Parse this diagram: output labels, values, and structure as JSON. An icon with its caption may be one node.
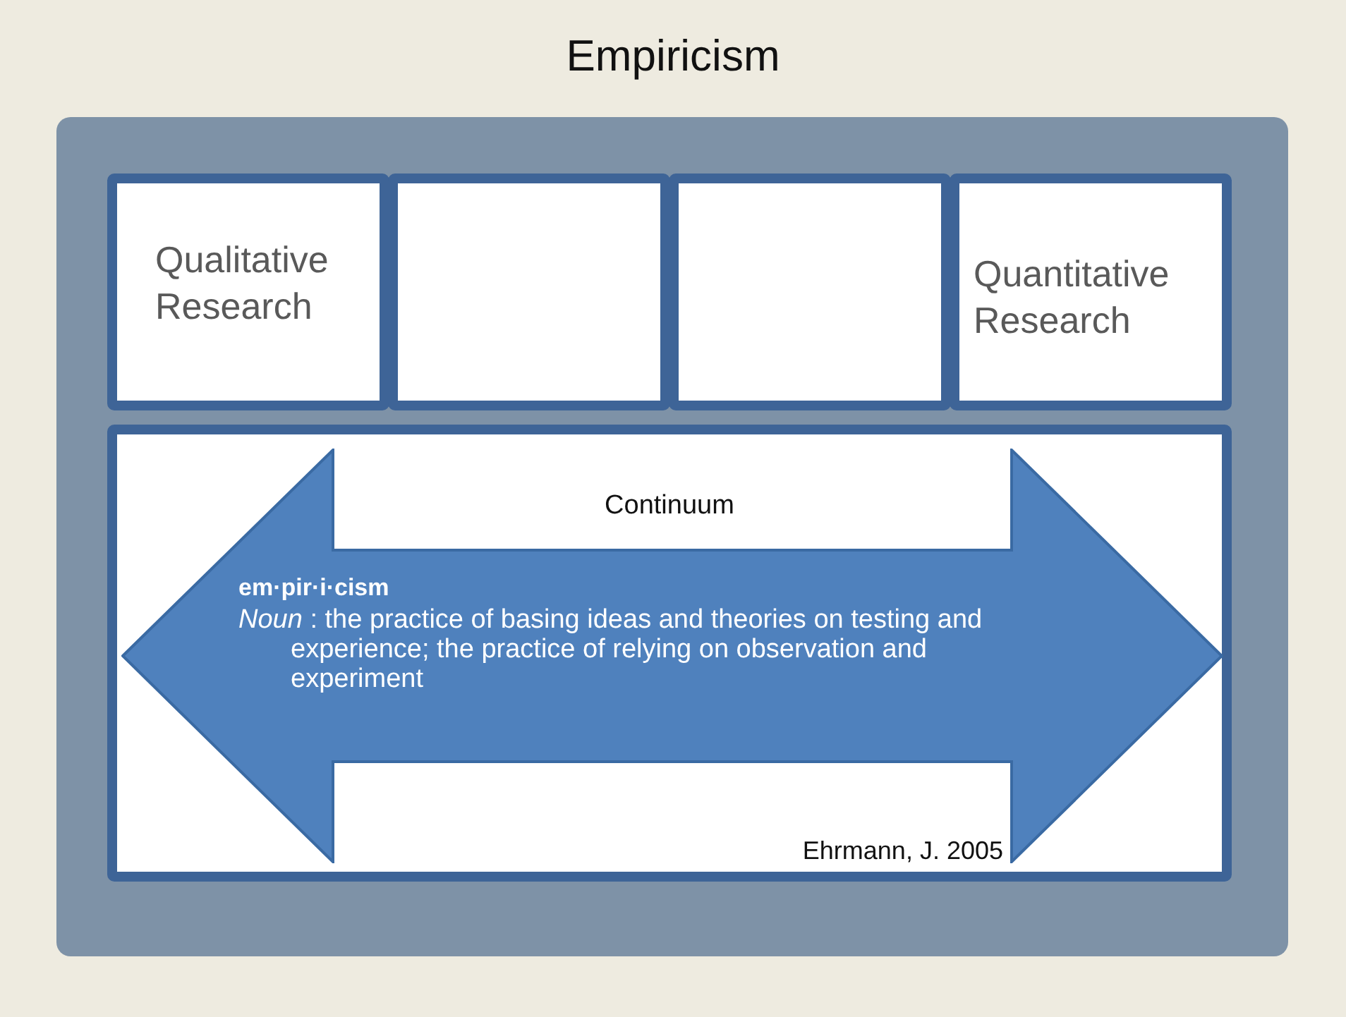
{
  "diagram": {
    "title": "Empiricism",
    "nodes": [
      {
        "text": [],
        "shape": "box"
      },
      {
        "text": [
          "Qualitative Research"
        ],
        "in": 0
      },
      {
        "text": [],
        "shape": "box",
        "in": 0
      },
      {
        "text": [],
        "shape": "box",
        "in": 0
      },
      {
        "text": [
          "Quantitative Research"
        ],
        "in": 0
      },
      {
        "text": [
          "Continuum",
          "Ehrmann, J. 2005"
        ],
        "in": 0
      },
      {
        "text": [
          "em·pir·i·cism",
          "*Noun* : the practice of basing ideas and theories on testing and experience; the practice of relying on observation and experiment"
        ],
        "in": 5
      }
    ]
  }
}
